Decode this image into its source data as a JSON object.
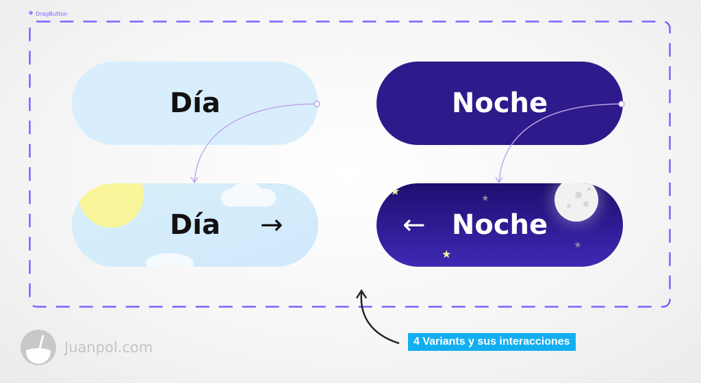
{
  "frame": {
    "label": "DragButton",
    "icon": "component-diamond-icon",
    "border_color": "#7b61ff"
  },
  "variants": [
    {
      "id": "day-default",
      "label": "Día",
      "bg": "#d9eefc",
      "text_color": "#111111"
    },
    {
      "id": "night-default",
      "label": "Noche",
      "bg": "#2e1a8a",
      "text_color": "#ffffff"
    },
    {
      "id": "day-hover",
      "label": "Día",
      "arrow": "→",
      "decorations": [
        "sun-icon",
        "cloud-icon",
        "cloud-icon"
      ]
    },
    {
      "id": "night-hover",
      "label": "Noche",
      "arrow": "←",
      "decorations": [
        "moon-icon",
        "star-icon",
        "star-icon",
        "star-icon",
        "star-icon"
      ]
    }
  ],
  "prototype_link_color": "#b9a6ea",
  "brand": {
    "name": "Juanpol.com"
  },
  "callout": {
    "text": "4 Variants y sus interacciones",
    "bg": "#12aef0"
  }
}
